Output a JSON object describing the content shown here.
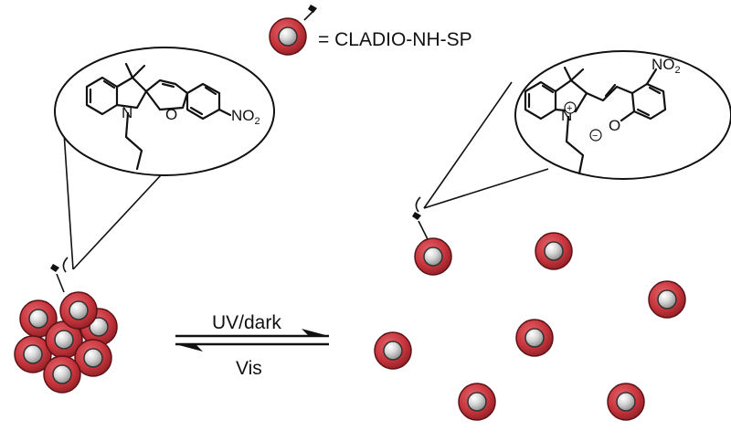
{
  "legend": {
    "equals_label": "= CLADIO-NH-SP"
  },
  "equilibrium": {
    "forward_label": "UV/dark",
    "reverse_label": "Vis"
  },
  "spiropyran": {
    "ring_atom_n": "N",
    "ring_atom_o": "O",
    "nitro": "NO",
    "nitro_sub": "2"
  },
  "merocyanine": {
    "ring_atom_n": "N",
    "oxygen": "O",
    "nitro": "NO",
    "nitro_sub": "2",
    "charge_pos": "+",
    "charge_neg": "−"
  },
  "colors": {
    "particle_outer": "#c8343c",
    "particle_inner": "#c0c0c0",
    "ink": "#111111"
  },
  "icons": [
    "particle-icon",
    "tether-flag-icon",
    "equilibrium-arrows-icon"
  ]
}
